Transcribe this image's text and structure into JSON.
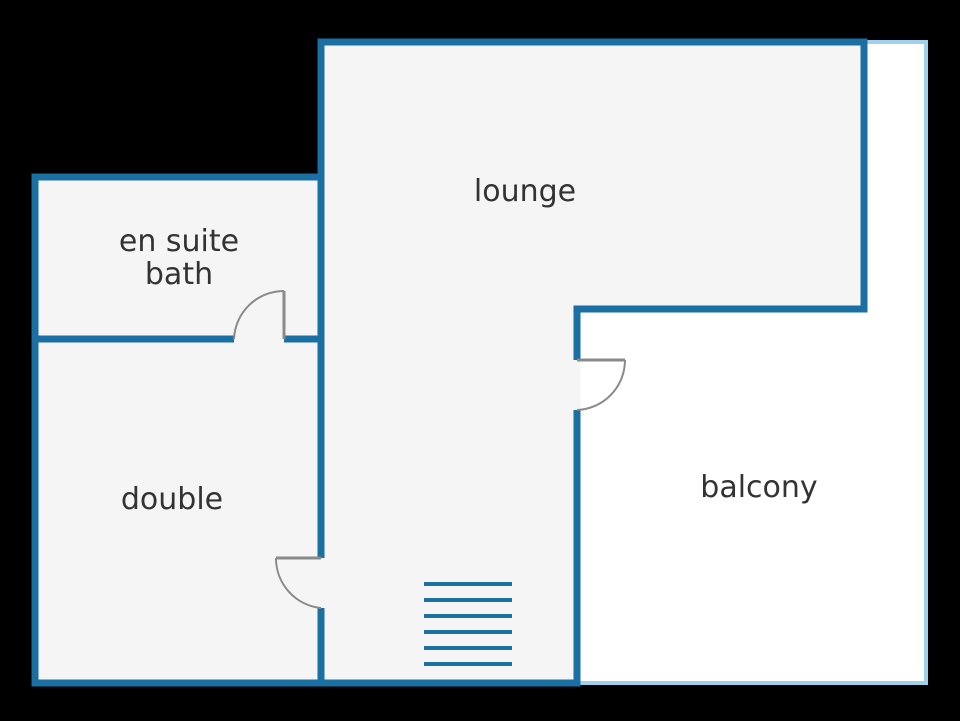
{
  "rooms": {
    "lounge": "lounge",
    "en_suite_line1": "en suite",
    "en_suite_line2": "bath",
    "double": "double",
    "balcony": "balcony"
  },
  "colors": {
    "background": "#000000",
    "floor": "#f5f5f5",
    "balcony_floor": "#ffffff",
    "wall": "#1a6fa3",
    "balcony_outline": "#9fd0ec",
    "door": "#8a8a8a",
    "label": "#333333"
  },
  "icons": {
    "stairs": "stairs-icon"
  }
}
